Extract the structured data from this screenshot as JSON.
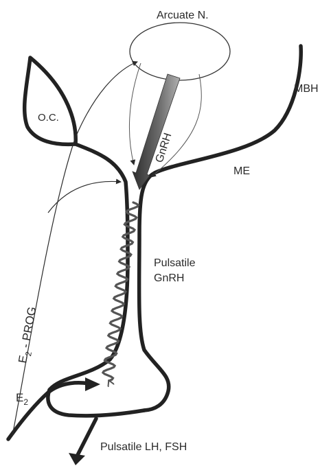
{
  "labels": {
    "arcuate": "Arcuate N.",
    "mbh": "MBH",
    "oc": "O.C.",
    "gnrh": "GnRH",
    "me": "ME",
    "pulsatile_gnrh_1": "Pulsatile",
    "pulsatile_gnrh_2": "GnRH",
    "e2_prog_main": "E",
    "e2_prog_sub": "2",
    "e2_prog_rest": " - PROG",
    "e2_main": "E",
    "e2_sub": "2",
    "pulsatile_lh_fsh": "Pulsatile  LH, FSH"
  },
  "colors": {
    "outline": "#222222",
    "gnrh_arrow_dark": "#3a3a3a",
    "gnrh_arrow_light": "#9a9a9a",
    "wave": "#555555"
  }
}
